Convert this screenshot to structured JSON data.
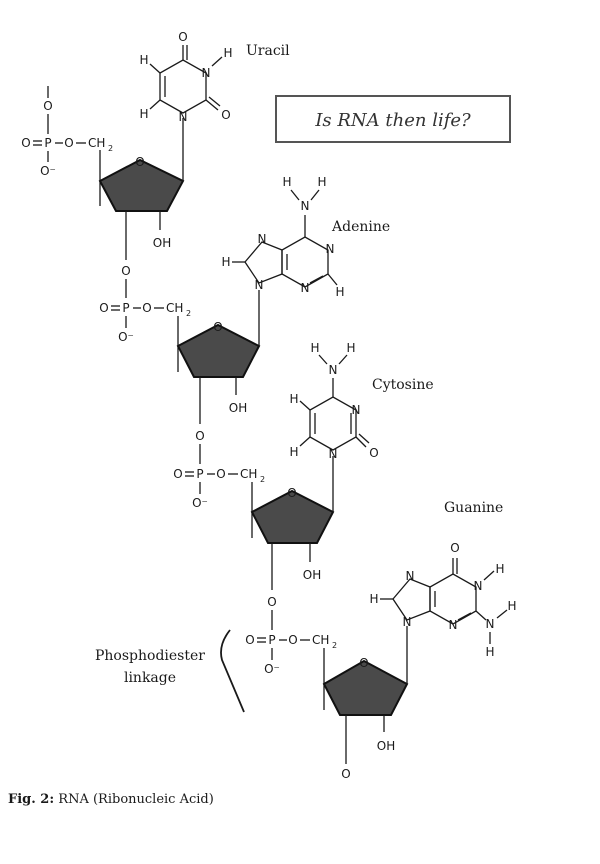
{
  "question_box": {
    "text": "Is RNA then life?",
    "border_color": "#555555"
  },
  "bases": {
    "uracil": "Uracil",
    "adenine": "Adenine",
    "cytosine": "Cytosine",
    "guanine": "Guanine"
  },
  "linkage_label": {
    "line1": "Phosphodiester",
    "line2": "linkage"
  },
  "caption": {
    "prefix": "Fig. 2:",
    "text": "RNA (Ribonucleic Acid)"
  },
  "atoms": {
    "O": "O",
    "P": "P",
    "N": "N",
    "H": "H",
    "C": "C",
    "OH": "OH",
    "O_minus": "O⁻",
    "CH2": "CH",
    "sub2": "2"
  },
  "colors": {
    "sugar_fill": "#4a4a4a",
    "text": "#1a1a1a"
  }
}
